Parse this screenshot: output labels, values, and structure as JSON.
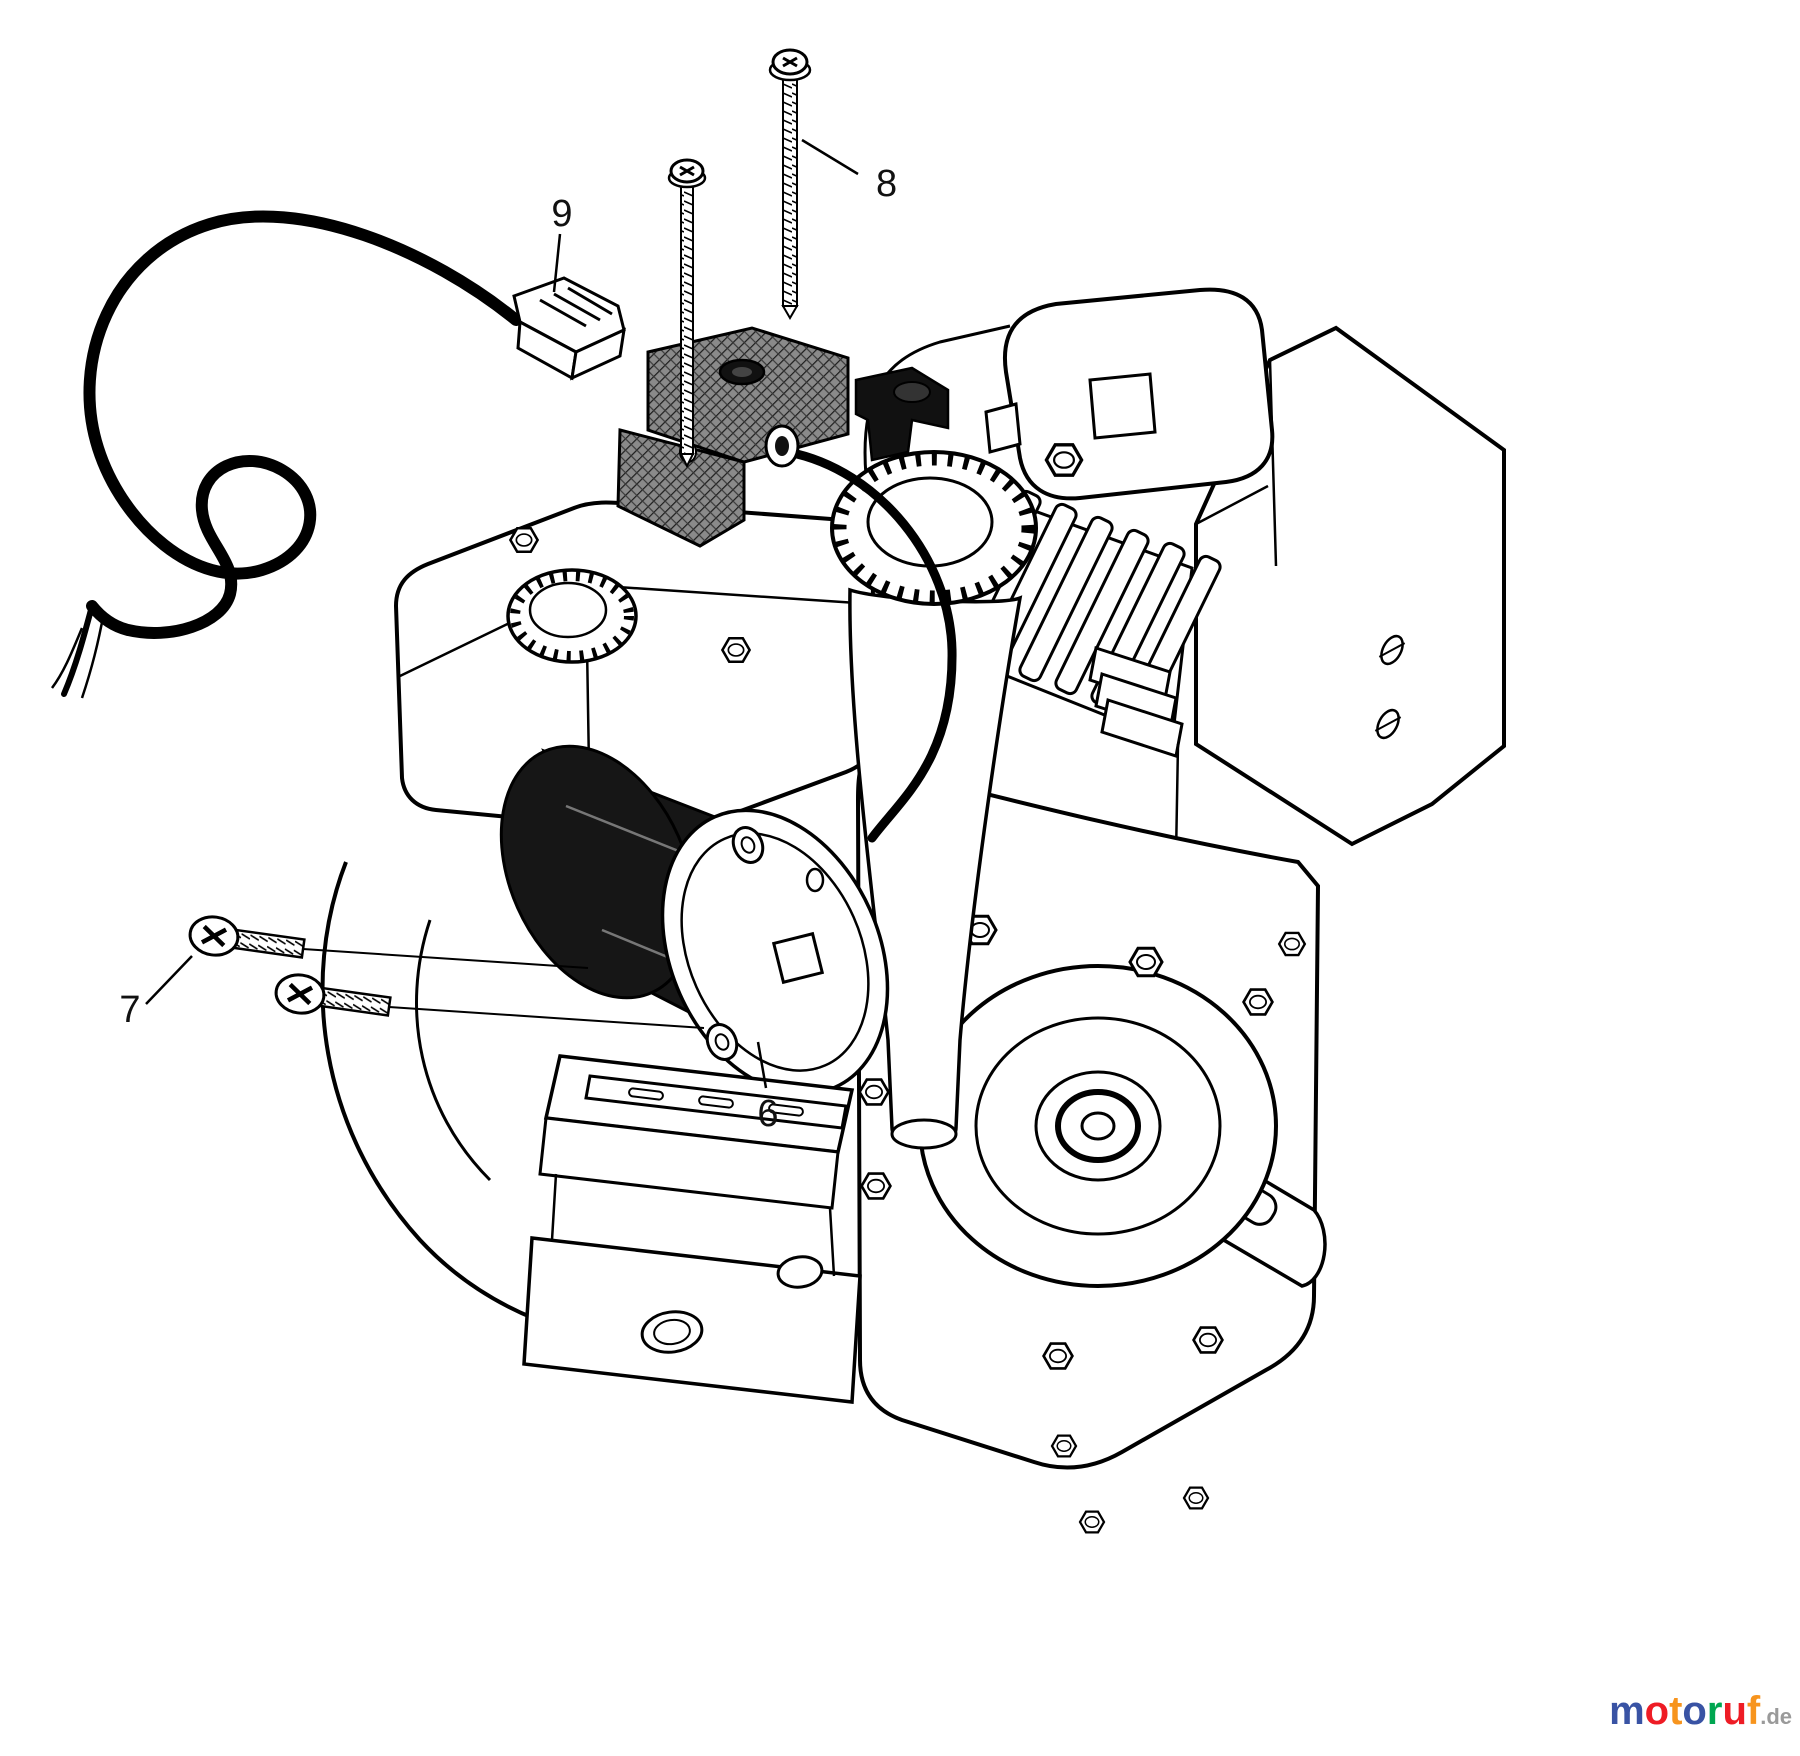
{
  "diagram": {
    "callouts": [
      {
        "number": "6"
      },
      {
        "number": "7"
      },
      {
        "number": "8"
      },
      {
        "number": "9"
      }
    ]
  },
  "logo": {
    "letters": [
      {
        "char": "m",
        "color": "#3953a4"
      },
      {
        "char": "o",
        "color": "#ee1c25"
      },
      {
        "char": "t",
        "color": "#f7941d"
      },
      {
        "char": "o",
        "color": "#3953a4"
      },
      {
        "char": "r",
        "color": "#00a651"
      },
      {
        "char": "u",
        "color": "#ee1c25"
      },
      {
        "char": "f",
        "color": "#f7941d"
      }
    ],
    "suffix": ".de",
    "suffix_color": "#9a9a9a"
  },
  "colors": {
    "line": "#000000",
    "paper": "#ffffff",
    "starter_body": "#161616",
    "hatch_base": "#8a8a8a"
  }
}
